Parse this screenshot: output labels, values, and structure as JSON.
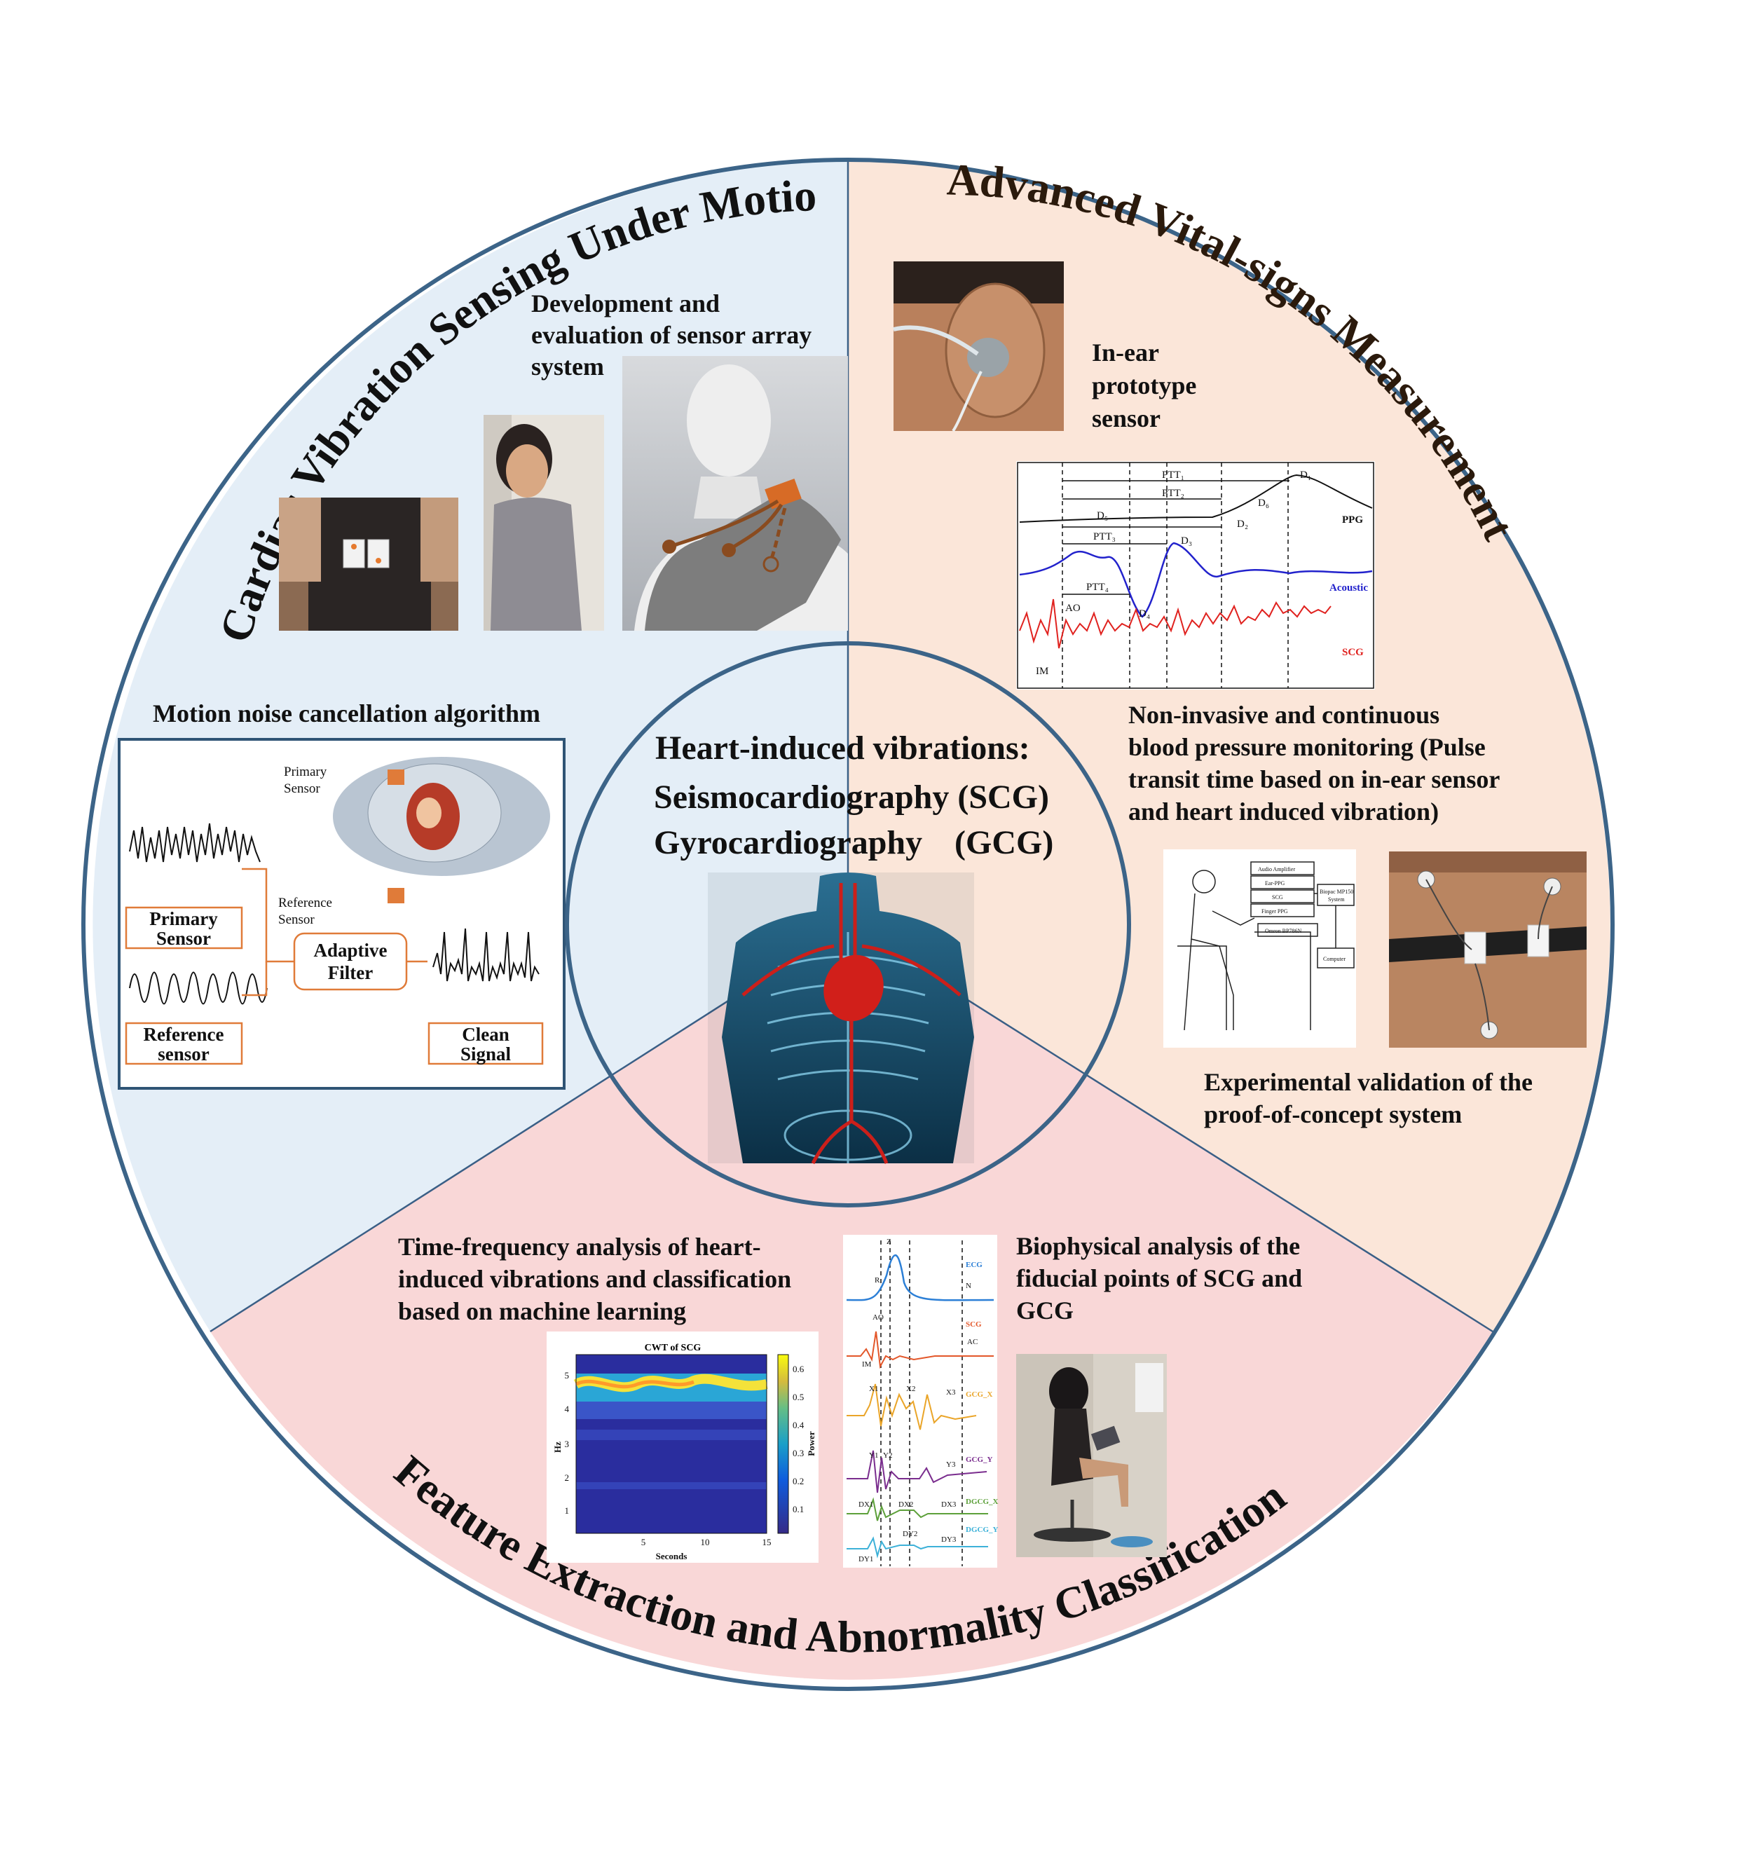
{
  "sections": {
    "top_left": {
      "title": "Cardiac Vibration Sensing Under Motion",
      "bg": "#e4eef7"
    },
    "top_right": {
      "title": "Advanced Vital-signs Measurement",
      "bg": "#fbe6d9"
    },
    "bottom": {
      "title": "Feature Extraction and Abnormality Classification",
      "bg": "#f9d7d7"
    }
  },
  "center": {
    "heading": "Heart-induced vibrations:",
    "line1": "Seismocardiography (SCG)",
    "line2a": "Gyrocardiography",
    "line2b": "(GCG)"
  },
  "captions": {
    "sensor_array": [
      "Development and",
      "evaluation of sensor array",
      "system"
    ],
    "motion_noise": "Motion noise cancellation algorithm",
    "in_ear": [
      "In-ear",
      "prototype",
      "sensor"
    ],
    "bp_monitoring": [
      "Non-invasive and continuous",
      "blood pressure monitoring (Pulse",
      "transit time based on in-ear sensor",
      "and heart induced vibration)"
    ],
    "validation": [
      "Experimental validation of the",
      "proof-of-concept system"
    ],
    "time_freq": [
      "Time-frequency analysis of heart-",
      "induced vibrations and classification",
      "based on machine learning"
    ],
    "biophysical": [
      "Biophysical analysis of the",
      "fiducial points of SCG and",
      "GCG"
    ]
  },
  "adaptive_filter": {
    "primary_sensor_label": "Primary",
    "primary_sensor_label2": "Sensor",
    "reference_sensor_label": "Reference",
    "reference_sensor_label2": "Sensor",
    "box_primary": [
      "Primary",
      "Sensor"
    ],
    "box_reference": [
      "Reference",
      "sensor"
    ],
    "box_filter": [
      "Adaptive",
      "Filter"
    ],
    "box_clean": [
      "Clean",
      "Signal"
    ],
    "accent": "#e07b39"
  },
  "ptt_chart": {
    "labels": [
      "PTT1",
      "PTT2",
      "D5",
      "PTT3",
      "D3",
      "PTT4",
      "D4",
      "D1",
      "D6",
      "D2",
      "AO",
      "IM"
    ],
    "legend": {
      "ppg": "PPG",
      "acoustic": "Acoustic",
      "scg": "SCG"
    }
  },
  "setup_diagram": {
    "items": [
      "Audio Amplifier",
      "Ear-PPG",
      "SCG",
      "Finger PPG",
      "Omron BP786N",
      "Biopac MP150 System",
      "Computer"
    ]
  },
  "cwt_chart": {
    "title": "CWT of SCG",
    "xlabel": "Seconds",
    "ylabel": "Hz",
    "colorbar_label": "Power",
    "x_ticks": [
      "5",
      "10",
      "15"
    ],
    "y_ticks": [
      "1",
      "2",
      "3",
      "4",
      "5"
    ],
    "colorbar_ticks": [
      "0.1",
      "0.2",
      "0.3",
      "0.4",
      "0.5",
      "0.6"
    ]
  },
  "fiducial_chart": {
    "series": [
      "ECG",
      "SCG",
      "GCG_X",
      "GCG_Y",
      "DGCG_X",
      "DGCG_Y"
    ],
    "points": [
      "R",
      "AO",
      "IM",
      "AC",
      "X1",
      "X2",
      "X3",
      "Y1",
      "Y2",
      "Y3",
      "DX1",
      "DX2",
      "DX3",
      "DY1",
      "DY2",
      "DY3",
      "N",
      "Z"
    ]
  }
}
